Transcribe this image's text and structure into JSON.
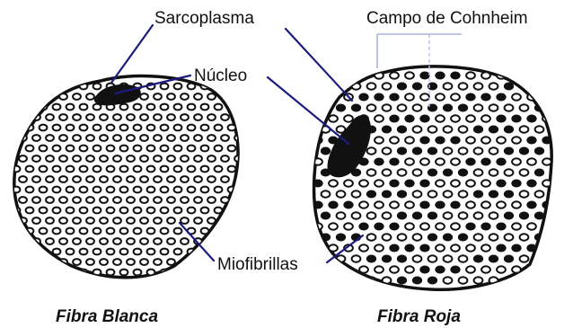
{
  "labels": {
    "sarcoplasm": "Sarcoplasma",
    "nucleus": "Núcleo",
    "cohnheim_field": "Campo de Cohnheim",
    "myofibrils": "Miofibrillas"
  },
  "captions": {
    "white_fiber": "Fibra Blanca",
    "red_fiber": "Fibra Roja"
  }
}
